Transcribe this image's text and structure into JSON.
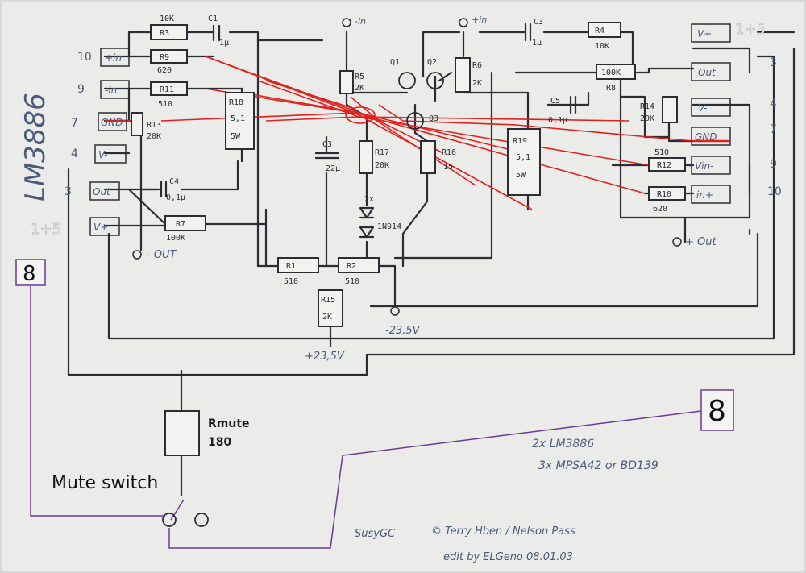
{
  "chip_label": "LM3886",
  "left_pins": [
    {
      "num": "10",
      "name": "+in"
    },
    {
      "num": "9",
      "name": "-in"
    },
    {
      "num": "7",
      "name": "GND"
    },
    {
      "num": "4",
      "name": "V-"
    },
    {
      "num": "3",
      "name": "Out"
    },
    {
      "num": "1+5",
      "name": "V+"
    }
  ],
  "right_pins": [
    {
      "num": "1+5",
      "name": "V+"
    },
    {
      "num": "3",
      "name": "Out"
    },
    {
      "num": "4",
      "name": "V-"
    },
    {
      "num": "7",
      "name": "GND"
    },
    {
      "num": "9",
      "name": "Vin-"
    },
    {
      "num": "10",
      "name": "in+"
    }
  ],
  "components": {
    "R3": {
      "name": "R3",
      "value": "10K"
    },
    "C1": {
      "name": "C1",
      "value": "1µ"
    },
    "R9": {
      "name": "R9",
      "value": "620"
    },
    "R11": {
      "name": "R11",
      "value": "510"
    },
    "R13": {
      "name": "R13",
      "value": "20K"
    },
    "R18": {
      "name": "R18",
      "value": "5,1",
      "power": "5W"
    },
    "C4": {
      "name": "C4",
      "value": "0,1µ"
    },
    "R7": {
      "name": "R7",
      "value": "100K"
    },
    "R5": {
      "name": "R5",
      "value": "2K"
    },
    "Q1": {
      "name": "Q1"
    },
    "Q2": {
      "name": "Q2"
    },
    "Q3": {
      "name": "Q3"
    },
    "R6": {
      "name": "R6",
      "value": "2K"
    },
    "C3": {
      "name": "C3",
      "value": "1µ"
    },
    "C3b": {
      "name": "C3",
      "value": "22µ"
    },
    "R17": {
      "name": "R17",
      "value": "20K"
    },
    "R16": {
      "name": "R16",
      "value": "15"
    },
    "diodes": {
      "count": "2x",
      "part": "1N914"
    },
    "R4": {
      "name": "R4",
      "value": "10K"
    },
    "R8": {
      "name": "R8",
      "value": "100K"
    },
    "C5": {
      "name": "C5",
      "value": "0,1µ"
    },
    "R14": {
      "name": "R14",
      "value": "20K"
    },
    "R19": {
      "name": "R19",
      "value": "5,1",
      "power": "5W"
    },
    "R12": {
      "name": "R12",
      "value": "510"
    },
    "R10": {
      "name": "R10",
      "value": "620"
    },
    "R1": {
      "name": "R1",
      "value": "510"
    },
    "R2": {
      "name": "R2",
      "value": "510"
    },
    "R15": {
      "name": "R15",
      "value": "2K"
    },
    "Rmute": {
      "name": "Rmute",
      "value": "180"
    }
  },
  "rails": {
    "top_in_left": "-in",
    "top_in_right": "+in",
    "minus_out": "- OUT",
    "plus_out": "+ Out",
    "plus_supply": "+23,5V",
    "minus_supply": "-23,5V"
  },
  "connector_left": "8",
  "connector_right": "8",
  "mute_switch_label": "Mute switch",
  "notes": {
    "parts_line1": "2x LM3886",
    "parts_line2": "3x MPSA42 or BD139",
    "name": "SusyGC",
    "credit": "© Terry Hben / Nelson Pass",
    "edit": "edit by ELGeno 08.01.03"
  }
}
